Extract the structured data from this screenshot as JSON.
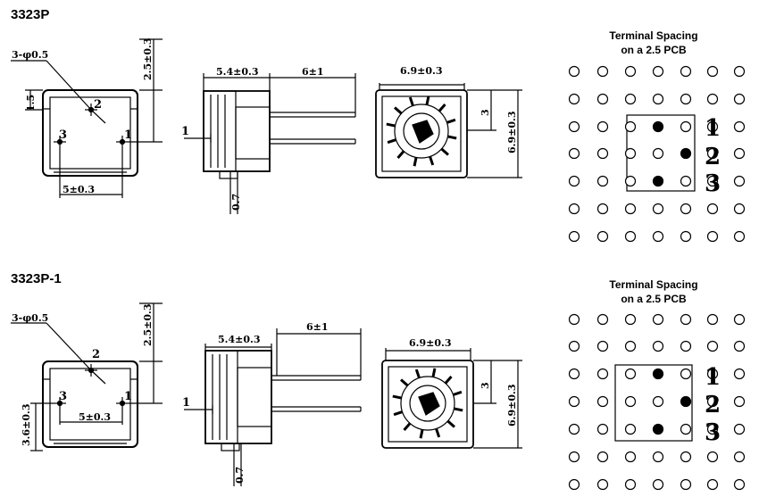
{
  "sections": [
    {
      "part": "3323P",
      "left_view": {
        "pin_dia": "3-φ0.5",
        "height": "2.5±0.3",
        "offset": "1.5",
        "pin_pitch": "5±0.3",
        "pin_labels": [
          "2",
          "3",
          "1"
        ]
      },
      "side_view": {
        "body": "5.4±0.3",
        "lead": "6±1",
        "pin_w": "1",
        "standoff": "0.7"
      },
      "front_view": {
        "width": "6.9±0.3",
        "height": "6.9±0.3",
        "offset": "3"
      },
      "pcb": {
        "heading1": "Terminal Spacing",
        "heading2": "on a 2.5 PCB",
        "terminal_labels": [
          "1",
          "2",
          "3"
        ]
      }
    },
    {
      "part": "3323P-1",
      "left_view": {
        "pin_dia": "3-φ0.5",
        "height": "2.5±0.3",
        "offset": "3.6±0.3",
        "pin_pitch": "5±0.3",
        "pin_labels": [
          "2",
          "3",
          "1"
        ]
      },
      "side_view": {
        "body": "5.4±0.3",
        "lead": "6±1",
        "pin_w": "1",
        "standoff": "0.7"
      },
      "front_view": {
        "width": "6.9±0.3",
        "height": "6.9±0.3",
        "offset": "3"
      },
      "pcb": {
        "heading1": "Terminal Spacing",
        "heading2": "on a 2.5 PCB",
        "terminal_labels": [
          "1",
          "2",
          "3"
        ]
      }
    }
  ]
}
